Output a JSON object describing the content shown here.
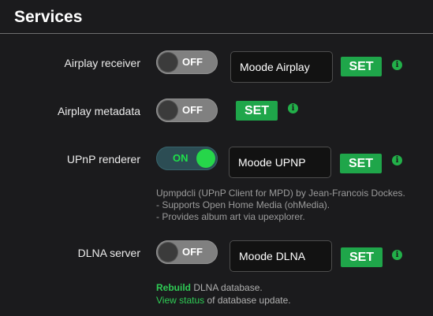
{
  "section": {
    "title": "Services"
  },
  "colors": {
    "accent": "#1fa64a",
    "background": "#1b1b1d",
    "toggle_on_knob": "#26d64a"
  },
  "airplay_receiver": {
    "label": "Airplay receiver",
    "toggle_state": "OFF",
    "name_value": "Moode Airplay",
    "set_label": "SET",
    "info_icon": "info-icon"
  },
  "airplay_metadata": {
    "label": "Airplay metadata",
    "toggle_state": "OFF",
    "set_label": "SET",
    "info_icon": "info-icon"
  },
  "upnp_renderer": {
    "label": "UPnP renderer",
    "toggle_state": "ON",
    "name_value": "Moode UPNP",
    "set_label": "SET",
    "info_icon": "info-icon",
    "help_lines": [
      "Upmpdcli (UPnP Client for MPD) by Jean-Francois Dockes.",
      "- Supports Open Home Media (ohMedia).",
      "- Provides album art via upexplorer."
    ]
  },
  "dlna_server": {
    "label": "DLNA server",
    "toggle_state": "OFF",
    "name_value": "Moode DLNA",
    "set_label": "SET",
    "info_icon": "info-icon",
    "rebuild_link": "Rebuild",
    "rebuild_suffix": " DLNA database.",
    "view_status_link": "View status",
    "view_status_suffix": " of database update."
  }
}
